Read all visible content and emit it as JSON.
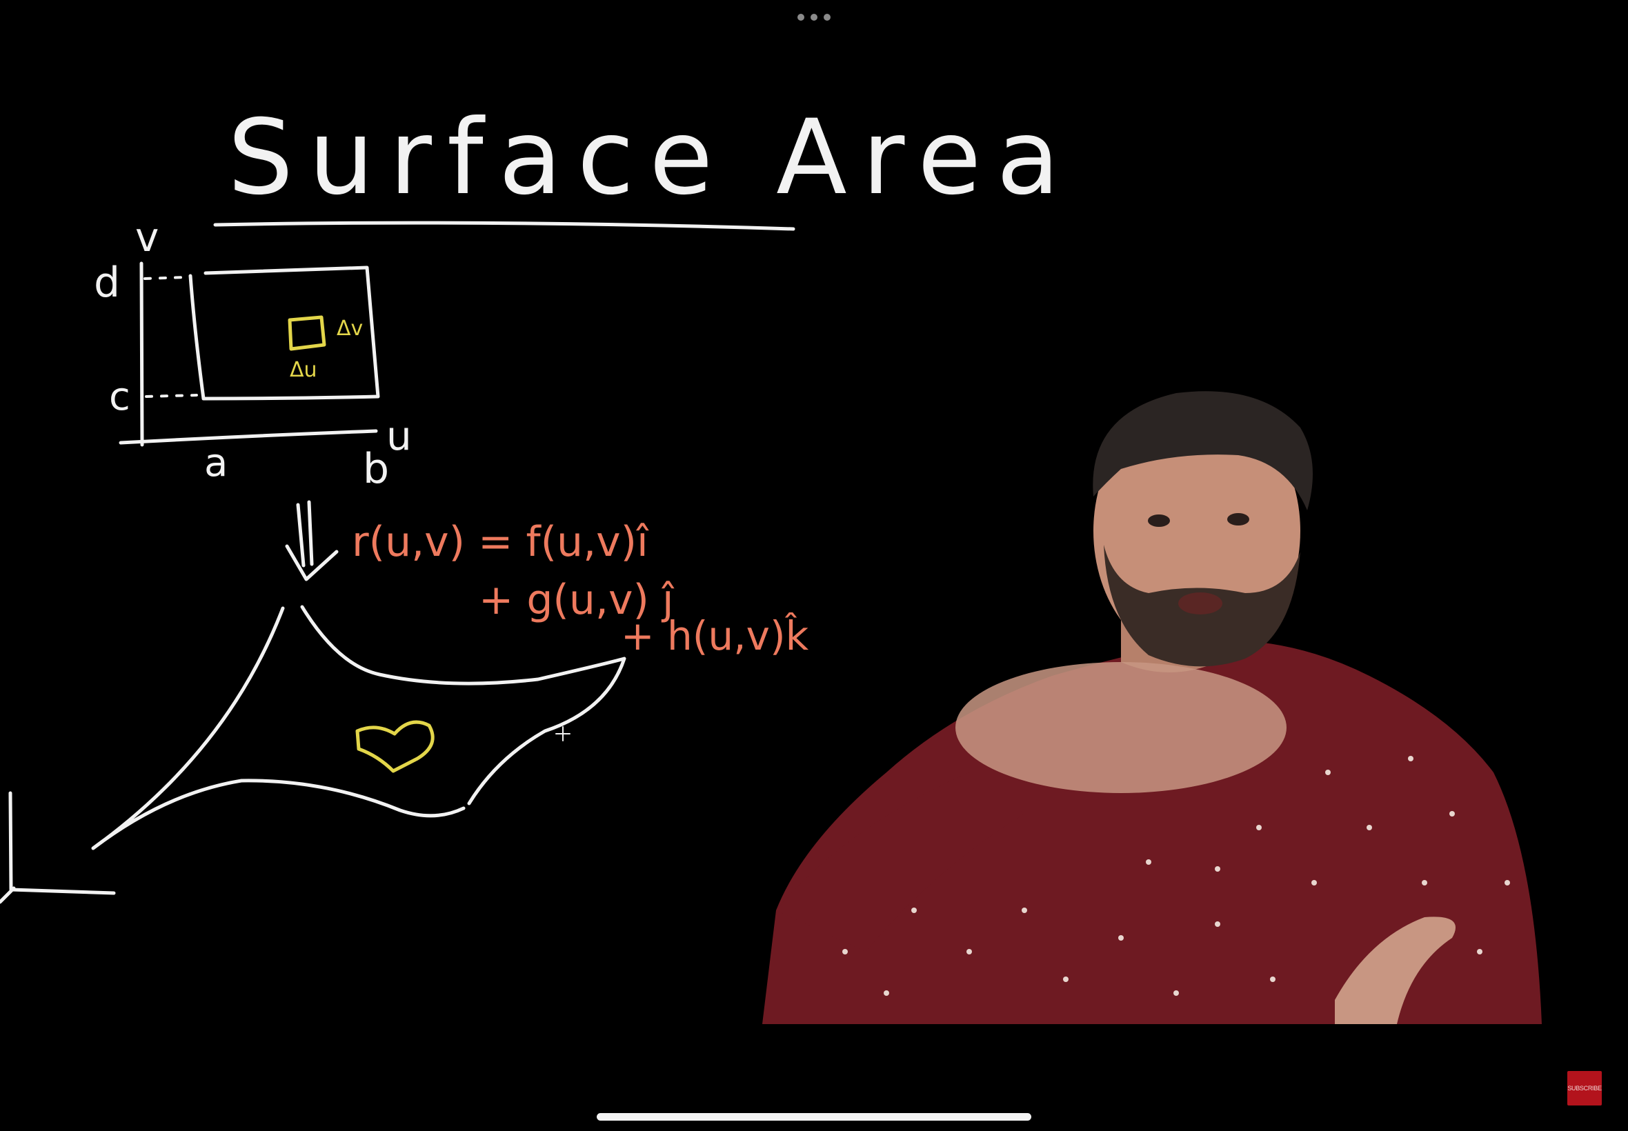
{
  "board": {
    "title": "Surface Area",
    "domain_labels": {
      "v_axis": "v",
      "u_axis": "u",
      "d": "d",
      "c": "c",
      "a": "a",
      "b": "b",
      "delta_v": "Δv",
      "delta_u": "Δu"
    },
    "equation": {
      "line1": "r(u,v) = f(u,v)î",
      "line2": "+ g(u,v) ĵ",
      "line3": "+ h(u,v)k̂"
    }
  },
  "overlay": {
    "subscribe_label": "SUBSCRIBE"
  },
  "colors": {
    "background": "#000000",
    "chalk_white": "#f2f2f2",
    "chalk_yellow": "#e3d64a",
    "chalk_coral": "#ee7a5e",
    "shirt": "#6e1a22",
    "subscribe": "#b3131c"
  }
}
